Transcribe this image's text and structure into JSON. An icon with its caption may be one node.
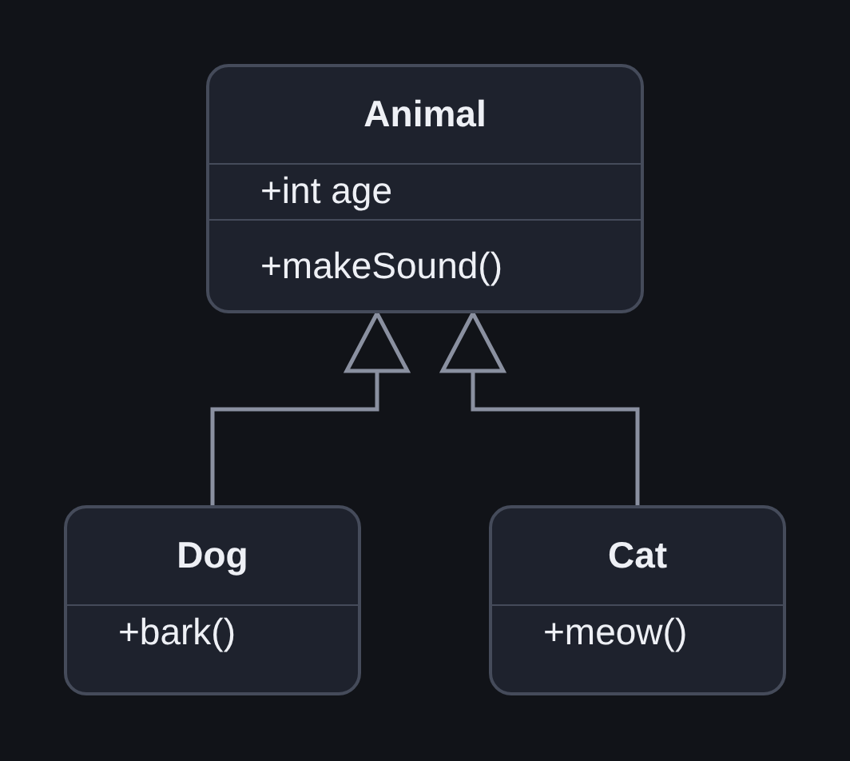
{
  "diagram": {
    "nodes": [
      {
        "text": [
          "Animal",
          "+int age",
          "+makeSound()"
        ]
      },
      {
        "text": [
          "Dog",
          "+bark()"
        ]
      },
      {
        "text": [
          "Cat",
          "+meow()"
        ]
      }
    ],
    "edges": [
      {
        "from": 1,
        "to": 0,
        "arrow": "to"
      },
      {
        "from": 2,
        "to": 0,
        "arrow": "to"
      }
    ]
  }
}
